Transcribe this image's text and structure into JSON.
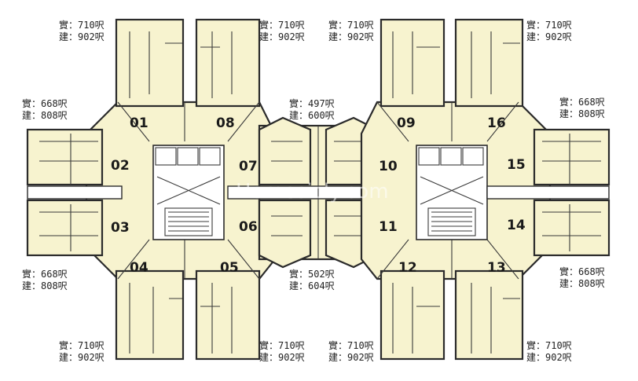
{
  "units": [
    "01",
    "02",
    "03",
    "04",
    "05",
    "06",
    "07",
    "08",
    "09",
    "10",
    "11",
    "12",
    "13",
    "14",
    "15",
    "16"
  ],
  "area_labels": [
    {
      "net": "實：710呎",
      "gross": "建：902呎"
    },
    {
      "net": "實：710呎",
      "gross": "建：902呎"
    },
    {
      "net": "實：710呎",
      "gross": "建：902呎"
    },
    {
      "net": "實：710呎",
      "gross": "建：902呎"
    },
    {
      "net": "實：668呎",
      "gross": "建：808呎"
    },
    {
      "net": "實：497呎",
      "gross": "建：600呎"
    },
    {
      "net": "實：668呎",
      "gross": "建：808呎"
    },
    {
      "net": "實：668呎",
      "gross": "建：808呎"
    },
    {
      "net": "實：502呎",
      "gross": "建：604呎"
    },
    {
      "net": "實：668呎",
      "gross": "建：808呎"
    },
    {
      "net": "實：710呎",
      "gross": "建：902呎"
    },
    {
      "net": "實：710呎",
      "gross": "建：902呎"
    },
    {
      "net": "實：710呎",
      "gross": "建：902呎"
    },
    {
      "net": "實：710呎",
      "gross": "建：902呎"
    }
  ],
  "watermark": "Homesicly.com",
  "colors": {
    "floor": "#f7f3cf",
    "wall": "#2b2b2b"
  }
}
